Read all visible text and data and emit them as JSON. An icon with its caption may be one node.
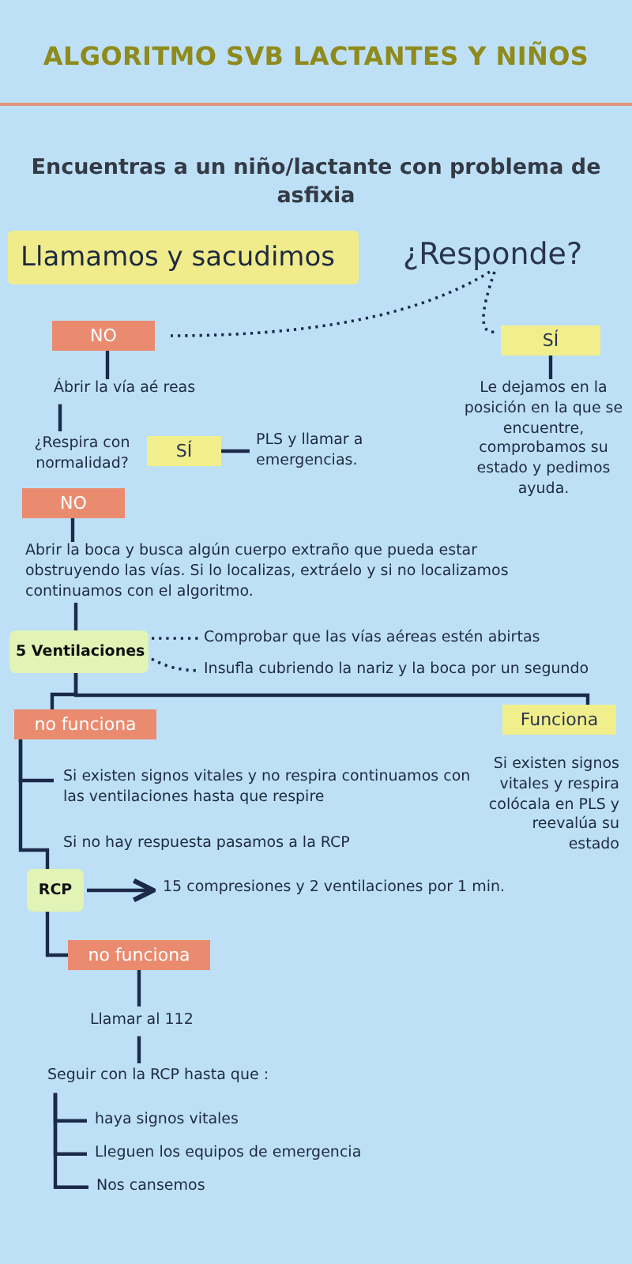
{
  "diagram": {
    "title": "ALGORITMO SVB LACTANTES Y NIÑOS",
    "nodes": [
      {
        "text": [
          "Llamamos y sacudimos"
        ]
      },
      {
        "text": [
          "¿Responde?"
        ]
      },
      {
        "text": [
          "NO"
        ]
      },
      {
        "text": [
          "SÍ"
        ]
      },
      {
        "text": [
          "Ábrir la vía aé reas"
        ]
      },
      {
        "text": [
          "Le dejamos en la posición en la que se encuentre, comprobamos su estado y pedimos ayuda."
        ]
      },
      {
        "text": [
          "¿Respira con normalidad?"
        ]
      },
      {
        "text": [
          "SÍ"
        ]
      },
      {
        "text": [
          "PLS y llamar a emergencias."
        ]
      },
      {
        "text": [
          "NO"
        ]
      },
      {
        "text": [
          "Abrir la boca y busca algún cuerpo extraño que pueda estar obstruyendo las vías. Si lo localizas, extráelo y si no localizamos continuamos con el algoritmo."
        ]
      },
      {
        "text": [
          "5 Ventilaciones"
        ]
      },
      {
        "text": [
          "Comprobar que las vías aéreas estén abirtas"
        ]
      },
      {
        "text": [
          "Insufla cubriendo la nariz y la boca por un segundo"
        ]
      },
      {
        "text": [
          "no funciona"
        ]
      },
      {
        "text": [
          "Funciona"
        ]
      },
      {
        "text": [
          "Si existen signos vitales y respira colócala en PLS y reevalúa su estado"
        ]
      },
      {
        "text": [
          "Si existen signos vitales y no respira continuamos con las ventilaciones hasta que respire"
        ]
      },
      {
        "text": [
          "Si no hay respuesta pasamos a la RCP"
        ]
      },
      {
        "text": [
          "RCP"
        ]
      },
      {
        "text": [
          "15 compresiones y 2 ventilaciones por 1 min."
        ]
      },
      {
        "text": [
          "no funciona"
        ]
      },
      {
        "text": [
          "Llamar al 112"
        ]
      },
      {
        "text": [
          "Seguir con la RCP hasta que :"
        ]
      },
      {
        "text": [
          "haya signos vitales"
        ]
      },
      {
        "text": [
          "Lleguen los equipos de emergencia"
        ]
      },
      {
        "text": [
          "Nos cansemos"
        ]
      }
    ],
    "edges": [
      {
        "from": 1,
        "to": 2,
        "arrow": "none",
        "style": "dashed"
      },
      {
        "from": 1,
        "to": 3,
        "arrow": "none",
        "style": "dashed"
      },
      {
        "from": 2,
        "to": 4,
        "arrow": "none"
      },
      {
        "from": 3,
        "to": 5,
        "arrow": "none"
      },
      {
        "from": 4,
        "to": 6,
        "arrow": "none"
      },
      {
        "from": 7,
        "to": 8,
        "arrow": "none"
      },
      {
        "from": 9,
        "to": 10,
        "arrow": "none"
      },
      {
        "from": 10,
        "to": 11,
        "arrow": "none"
      },
      {
        "from": 11,
        "to": 12,
        "arrow": "none",
        "style": "dashed"
      },
      {
        "from": 11,
        "to": 13,
        "arrow": "none",
        "style": "dashed"
      },
      {
        "from": 11,
        "to": 14,
        "arrow": "none"
      },
      {
        "from": 11,
        "to": 15,
        "arrow": "none"
      },
      {
        "from": 14,
        "to": 17,
        "arrow": "none"
      },
      {
        "from": 14,
        "to": 19,
        "arrow": "none"
      },
      {
        "from": 19,
        "to": 20,
        "arrow": "to"
      },
      {
        "from": 19,
        "to": 21,
        "arrow": "none"
      },
      {
        "from": 21,
        "to": 22,
        "arrow": "none"
      },
      {
        "from": 22,
        "to": 23,
        "arrow": "none"
      },
      {
        "from": 23,
        "to": 24,
        "arrow": "none"
      },
      {
        "from": 23,
        "to": 25,
        "arrow": "none"
      },
      {
        "from": 23,
        "to": 26,
        "arrow": "none"
      }
    ],
    "labels": [
      "Encuentras a un niño/lactante con problema de asfixia"
    ]
  }
}
